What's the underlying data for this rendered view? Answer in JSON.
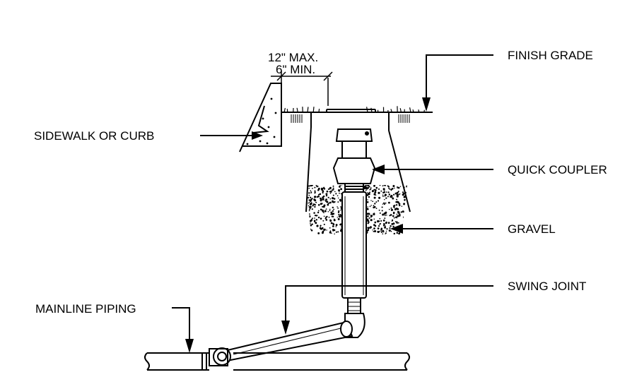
{
  "labels": {
    "finish_grade": "FINISH GRADE",
    "sidewalk_or_curb": "SIDEWALK OR CURB",
    "quick_coupler": "QUICK COUPLER",
    "gravel": "GRAVEL",
    "swing_joint": "SWING JOINT",
    "mainline_piping": "MAINLINE PIPING"
  },
  "dimensions": {
    "max": "12\" MAX.",
    "min": "6\" MIN."
  }
}
